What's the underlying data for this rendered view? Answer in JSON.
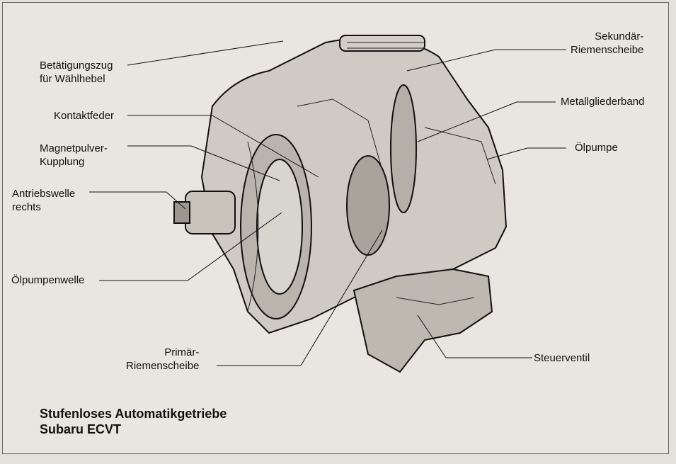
{
  "labels": {
    "betaetigungszug": [
      "Betätigungszug",
      "für Wählhebel"
    ],
    "kontaktfeder": [
      "Kontaktfeder"
    ],
    "magnetpulver": [
      "Magnetpulver-",
      "Kupplung"
    ],
    "antriebswelle": [
      "Antriebswelle",
      "rechts"
    ],
    "oelpumpenwelle": [
      "Ölpumpenwelle"
    ],
    "primaer": [
      "Primär-",
      "Riemenscheibe"
    ],
    "sekundaer": [
      "Sekundär-",
      "Riemenscheibe"
    ],
    "metallgliederband": [
      "Metallgliederband"
    ],
    "oelpumpe": [
      "Ölpumpe"
    ],
    "steuerventil": [
      "Steuerventil"
    ]
  },
  "caption": {
    "line1": "Stufenloses Automatikgetriebe",
    "line2": "Subaru ECVT"
  }
}
